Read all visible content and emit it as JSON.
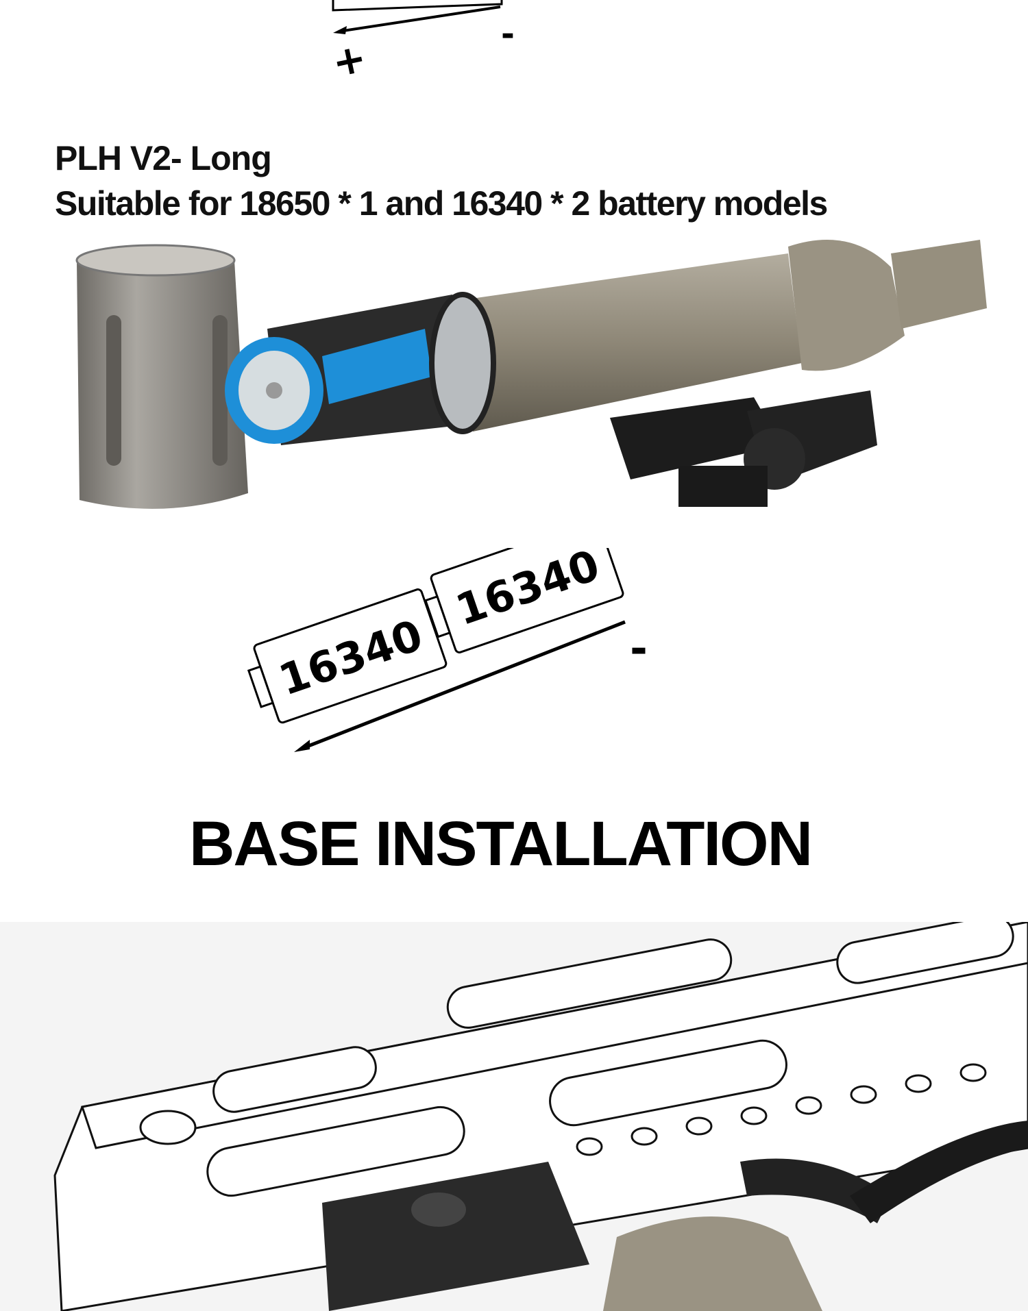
{
  "top_fragment": {
    "plus_sign": "+",
    "minus_sign": "-"
  },
  "section_long": {
    "title": "PLH V2- Long",
    "subtitle": "Suitable for 18650 * 1 and 16340 * 2 battery models",
    "battery_labels": [
      "16340",
      "16340"
    ],
    "plus_sign": "+",
    "minus_sign": "-"
  },
  "base_installation": {
    "heading": "BASE INSTALLATION"
  },
  "colors": {
    "battery_blue": "#1e8fd8",
    "body_tan": "#8e8777",
    "cap_gray": "#8a8780",
    "mount_black": "#1c1c1c"
  }
}
